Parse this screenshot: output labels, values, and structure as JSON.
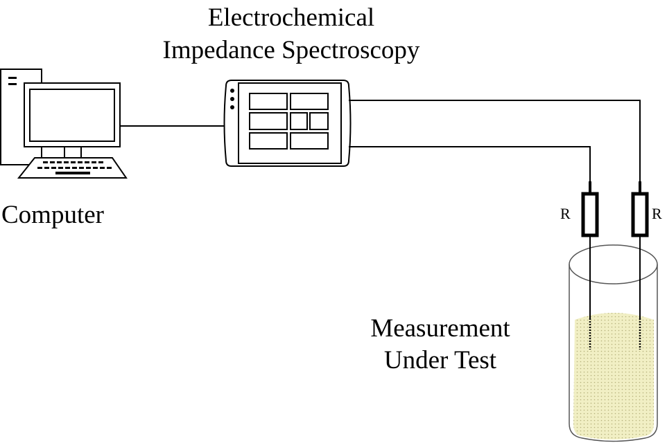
{
  "diagram": {
    "title": {
      "line1": "Electrochemical",
      "line2": "Impedance Spectroscopy"
    },
    "nodes": {
      "computer": {
        "label": "Computer",
        "icon": "desktop-computer-icon"
      },
      "eis_device": {
        "label": "Electrochemical Impedance Spectroscopy",
        "icon": "eis-analyzer-icon"
      },
      "sample": {
        "label_line1": "Measurement",
        "label_line2": "Under Test",
        "icon": "beaker-cylinder-icon"
      }
    },
    "resistors": [
      {
        "label": "R",
        "side": "left"
      },
      {
        "label": "R",
        "side": "right"
      }
    ],
    "connections": [
      {
        "from": "computer",
        "to": "eis_device"
      },
      {
        "from": "eis_device",
        "to": "resistor-right"
      },
      {
        "from": "eis_device",
        "to": "resistor-left"
      }
    ],
    "colors": {
      "stroke": "#000000",
      "solution_fill": "#f1efc4",
      "solution_dot": "#b5b07a",
      "vessel_stroke": "#555555"
    }
  }
}
